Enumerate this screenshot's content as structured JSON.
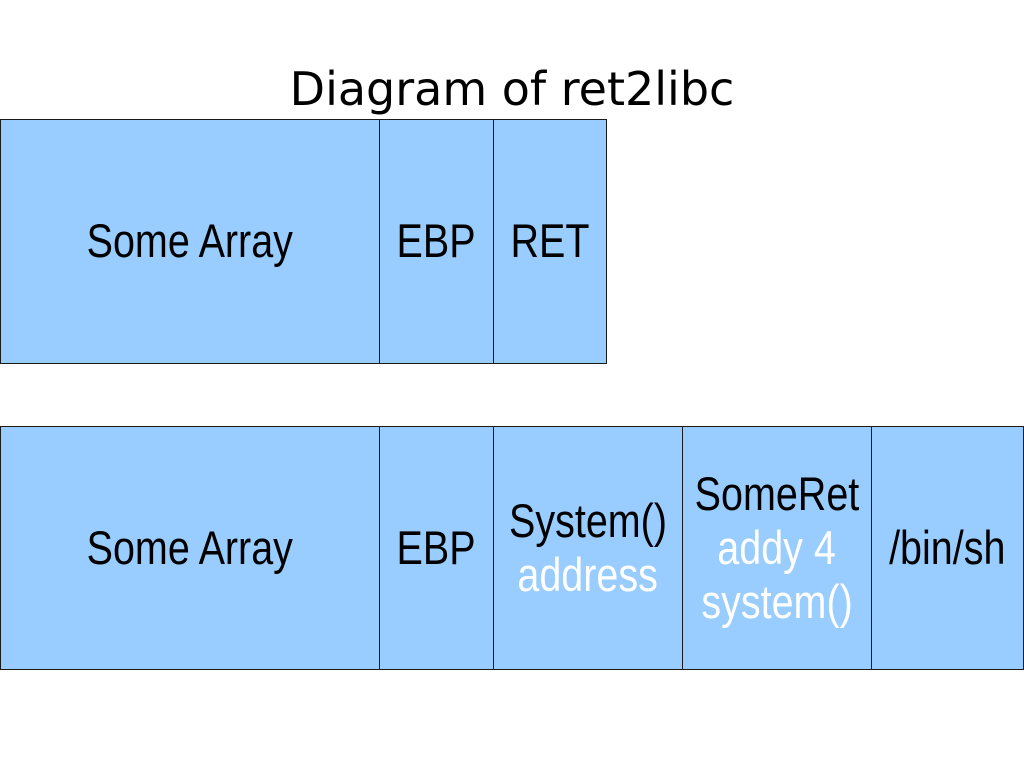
{
  "title": "Diagram of ret2libc",
  "colors": {
    "cell_fill": "#99ccff",
    "cell_border": "#1a1a1a",
    "highlight_text": "#ffffff"
  },
  "stack_before": {
    "cells": [
      {
        "label": "Some Array"
      },
      {
        "label": "EBP"
      },
      {
        "label": "RET"
      }
    ]
  },
  "stack_after": {
    "cells": [
      {
        "label": "Some Array"
      },
      {
        "label": "EBP"
      },
      {
        "label": "System()",
        "sublabel": "address"
      },
      {
        "label": "SomeRet",
        "sublabel_1": "addy 4",
        "sublabel_2": "system()"
      },
      {
        "label": "/bin/sh"
      }
    ]
  }
}
